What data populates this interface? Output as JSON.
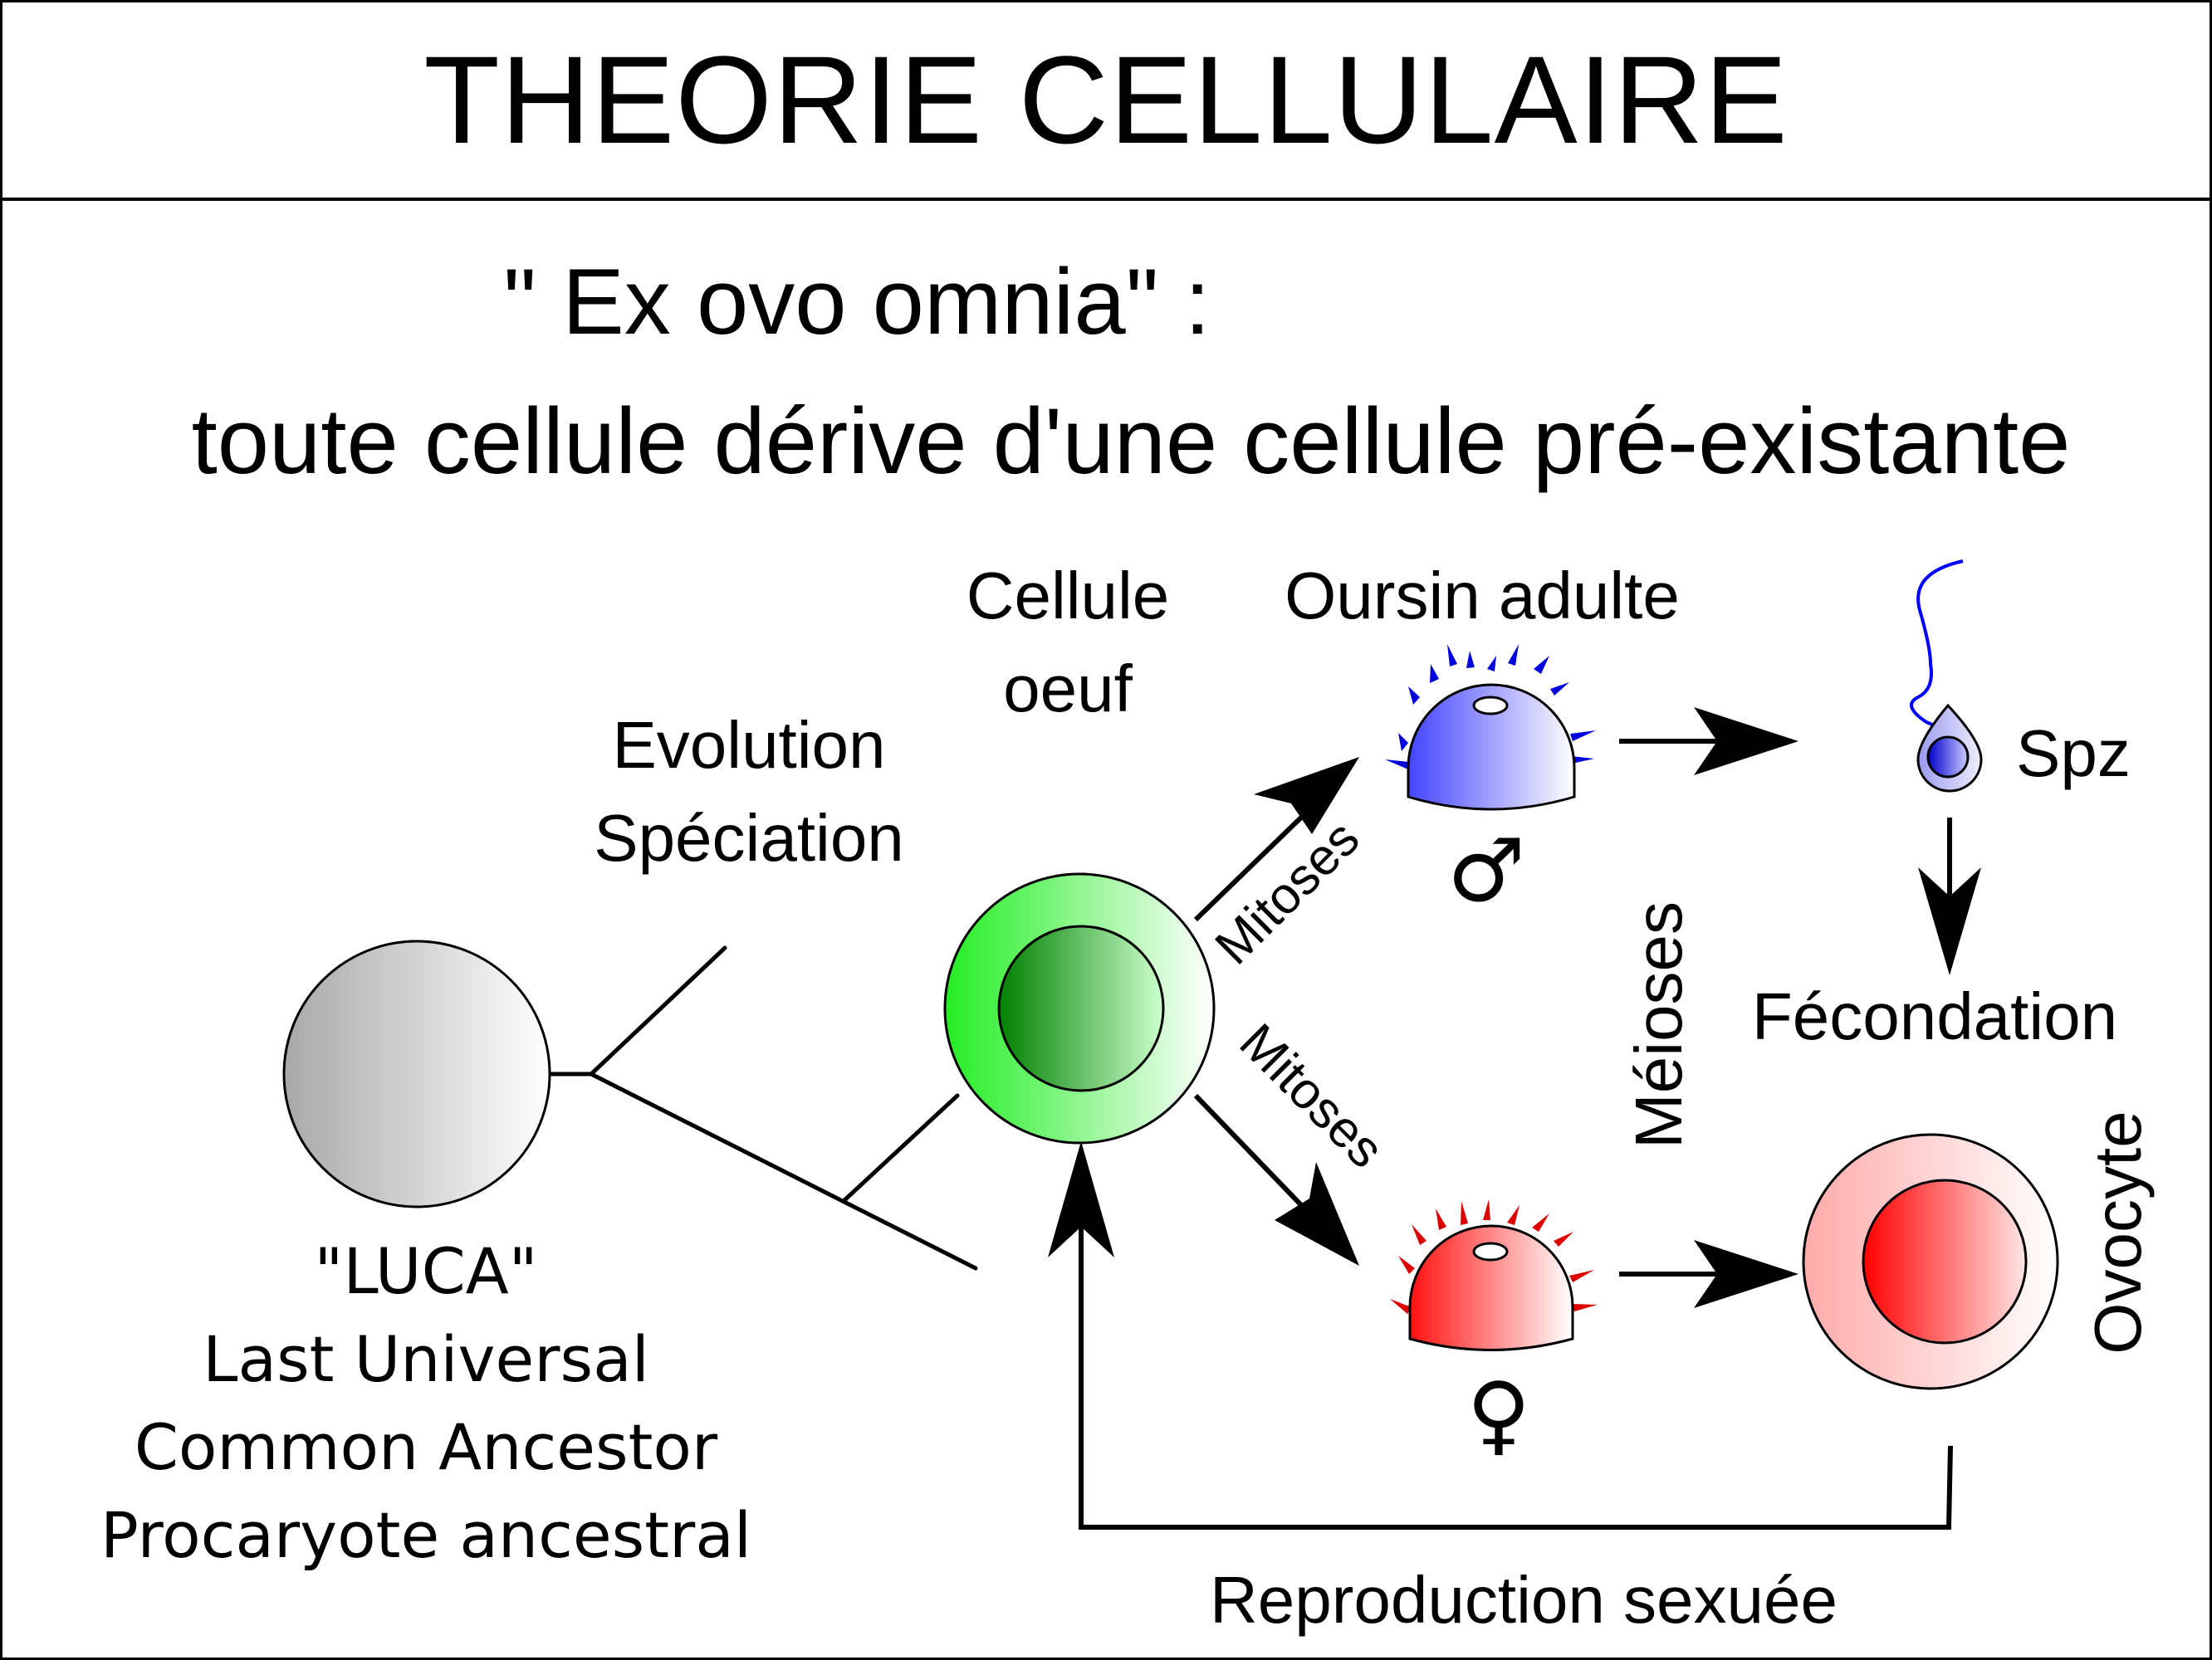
{
  "title": "THEORIE CELLULAIRE",
  "subtitle_line1": "\" Ex ovo omnia\" :",
  "subtitle_line2": "toute cellule dérive d'une cellule pré-existante",
  "luca": {
    "line1": "\"LUCA\"",
    "line2": "Last Universal",
    "line3": "Common Ancestor",
    "line4": "Procaryote ancestral"
  },
  "evolution": {
    "line1": "Evolution",
    "line2": "Spéciation"
  },
  "egg_cell": {
    "line1": "Cellule",
    "line2": "oeuf"
  },
  "adult_urchin": "Oursin adulte",
  "mitoses_up": "Mitoses",
  "mitoses_down": "Mitoses",
  "male_symbol": "♂",
  "female_symbol": "♀",
  "meioses": "Méioses",
  "spz": "Spz",
  "fecondation": "Fécondation",
  "ovocyte": "Ovocyte",
  "reproduction": "Reproduction sexuée",
  "colors": {
    "luca": "#c8c8c8",
    "egg": "#33ee33",
    "egg_nucleus": "#008800",
    "male": "#5555ff",
    "female": "#ff2222",
    "oocyte": "#ffaaaa",
    "oocyte_nucleus": "#ff0000",
    "flagellum": "#0000ff"
  }
}
